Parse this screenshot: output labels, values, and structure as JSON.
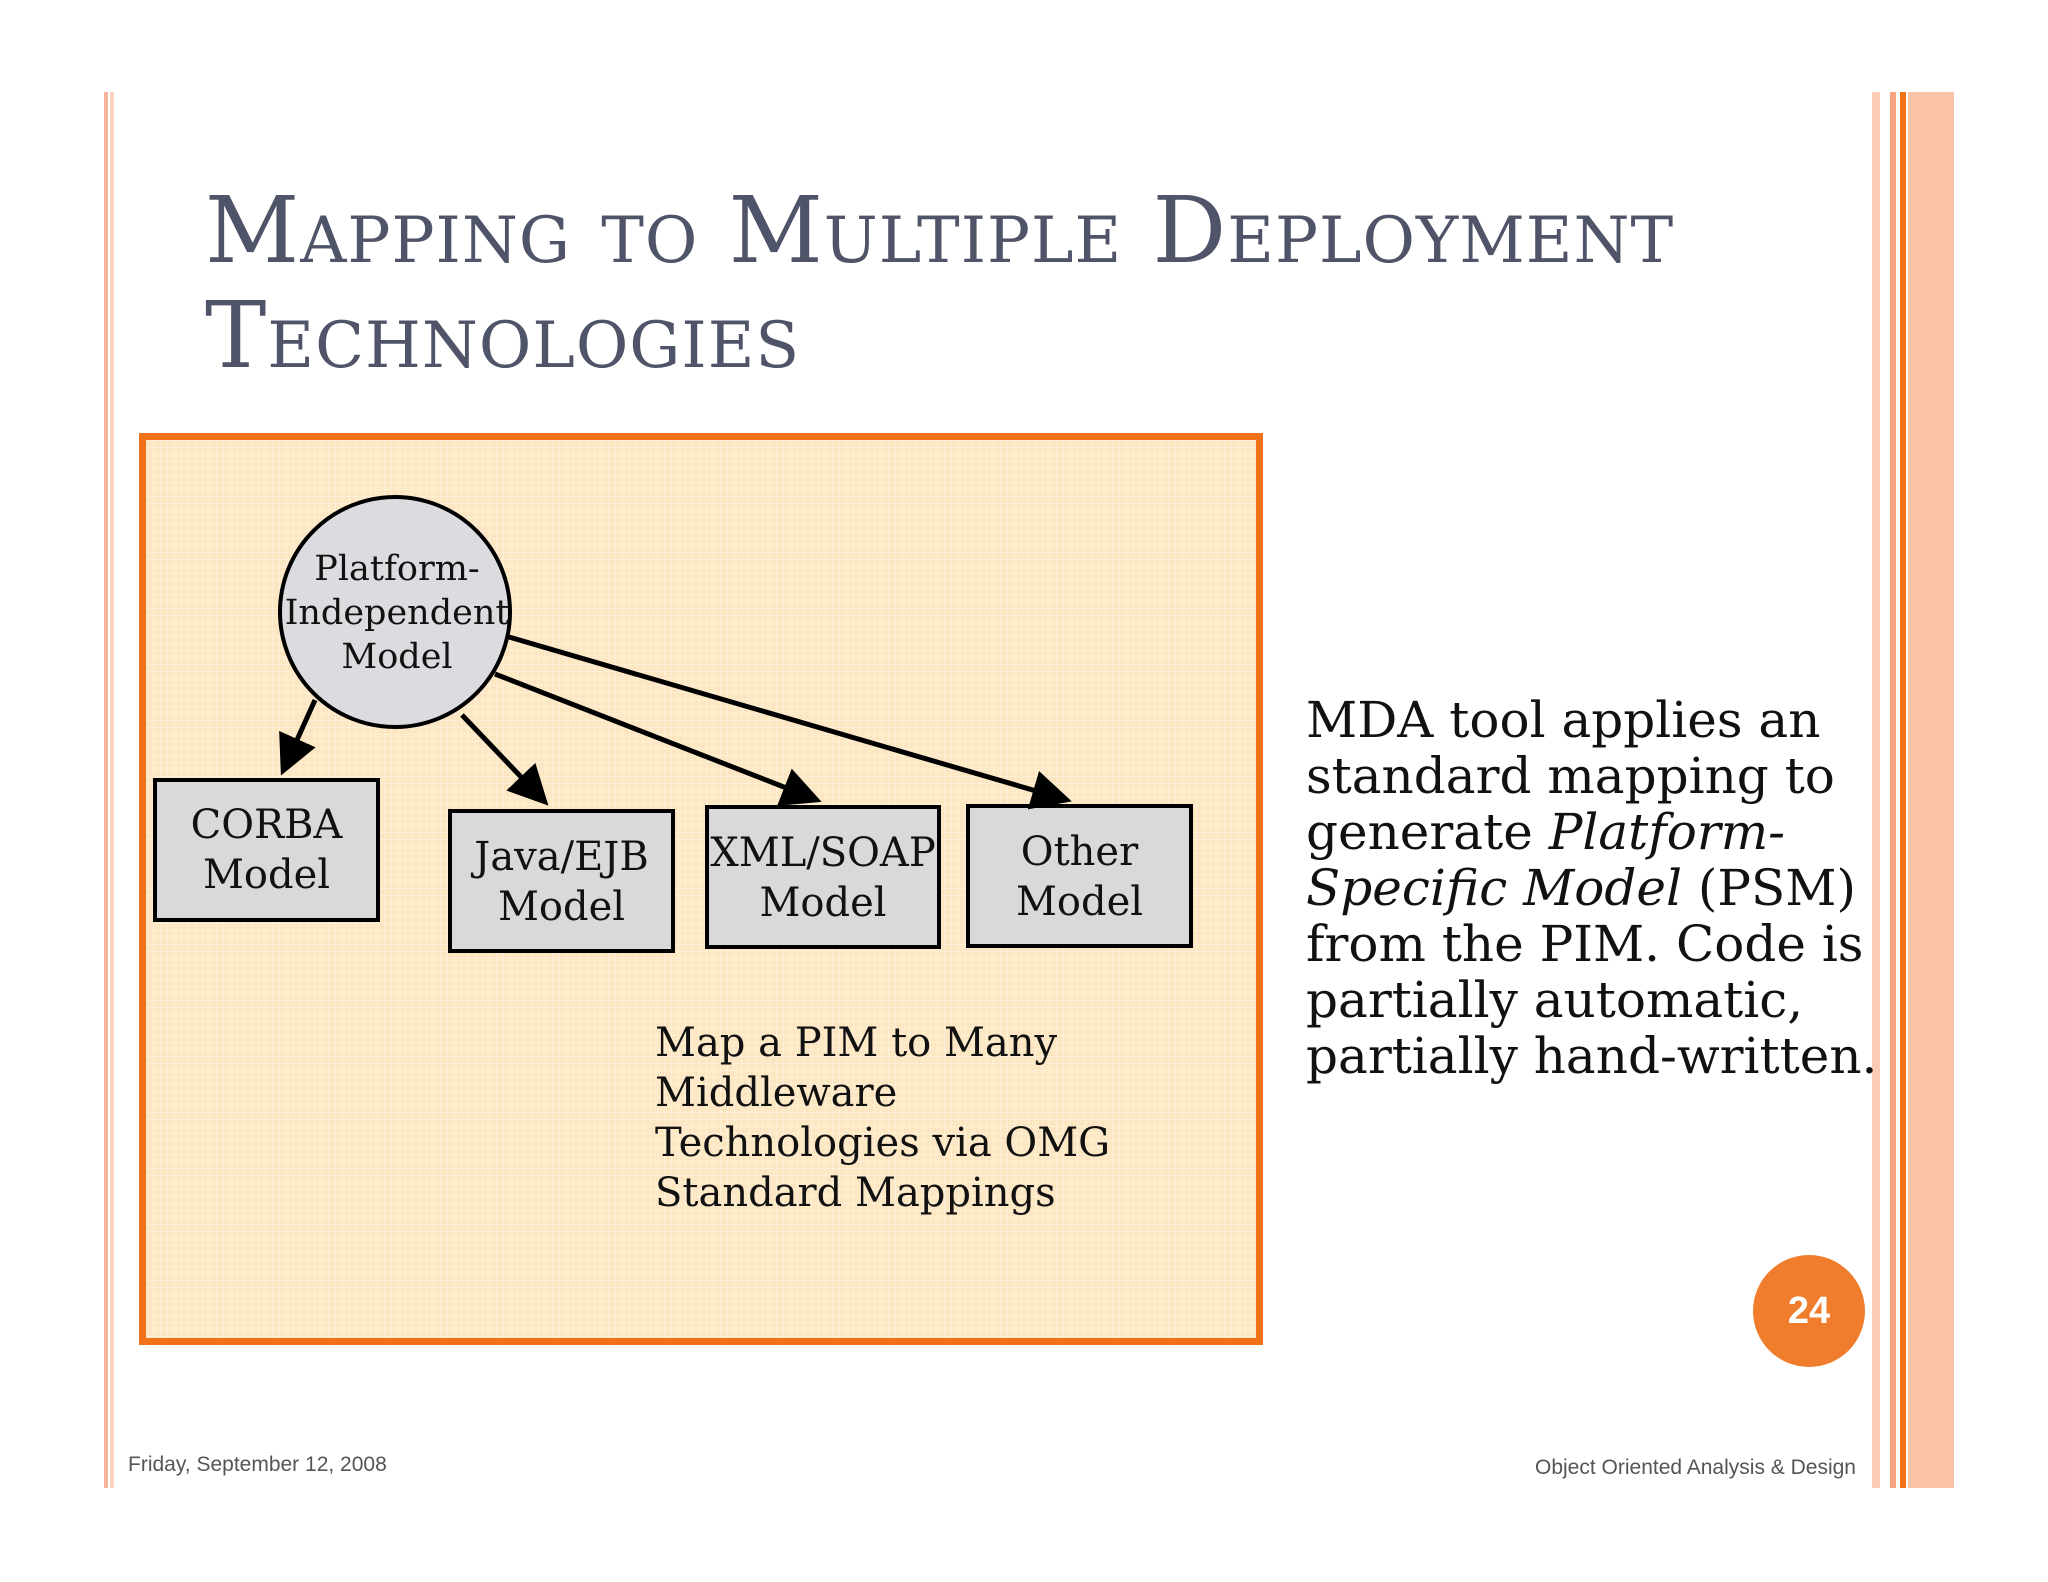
{
  "slide": {
    "title_line1": "Mapping to Multiple Deployment",
    "title_line2": "Technologies",
    "page_number": "24",
    "footer_date": "Friday, September 12, 2008",
    "footer_course": "Object Oriented Analysis & Design",
    "accent_color": "#f07118"
  },
  "diagram": {
    "pim": {
      "line1": "Platform-",
      "line2": "Independent",
      "line3": "Model"
    },
    "targets": [
      {
        "line1": "CORBA",
        "line2": "Model"
      },
      {
        "line1": "Java/EJB",
        "line2": "Model"
      },
      {
        "line1": "XML/SOAP",
        "line2": "Model"
      },
      {
        "line1": "Other",
        "line2": "Model"
      }
    ],
    "caption_lines": [
      "Map a PIM to Many",
      "Middleware",
      "Technologies via OMG",
      "Standard Mappings"
    ]
  },
  "side_text": {
    "part1": "MDA tool applies an standard mapping to generate ",
    "italic": "Platform-Specific Model",
    "part2": " (PSM) from the PIM.  Code is partially automatic, partially hand-written."
  }
}
